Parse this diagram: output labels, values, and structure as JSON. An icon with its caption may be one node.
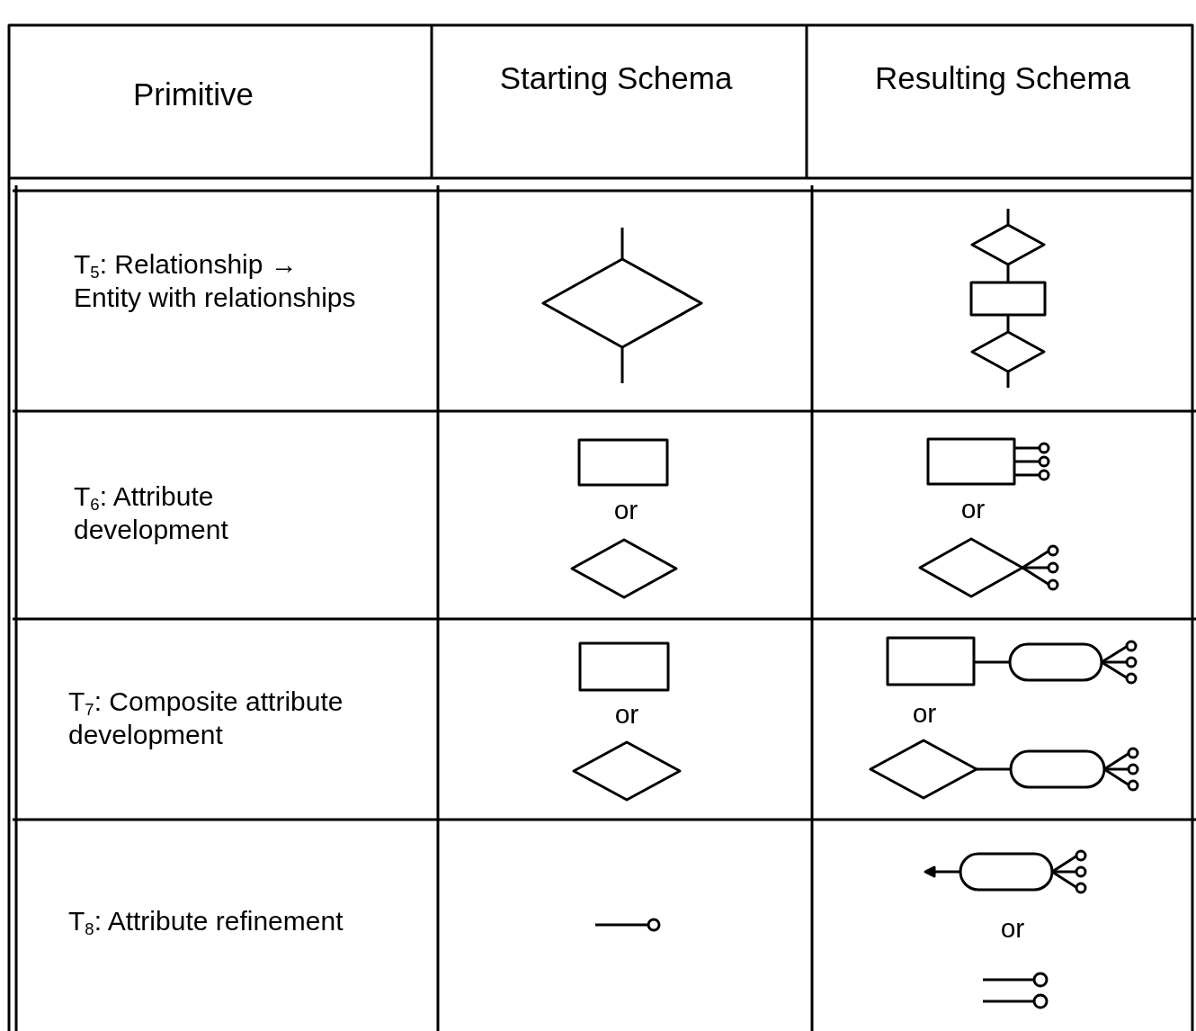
{
  "diagram": {
    "labels": [
      "Primitive",
      "Starting Schema",
      "Resulting Schema",
      "T$_{5}$: Relationship → Entity with relationships",
      "T$_{6}$: Attribute development",
      "or",
      "or",
      "T$_{7}$: Composite attribute development",
      "or",
      "or",
      "T$_{8}$: Attribute refinement",
      "or"
    ]
  }
}
